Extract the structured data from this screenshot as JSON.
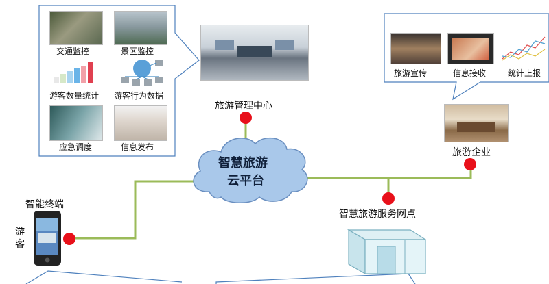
{
  "left_panel": {
    "items": [
      {
        "label": "交通监控"
      },
      {
        "label": "景区监控"
      },
      {
        "label": "游客数量统计"
      },
      {
        "label": "游客行为数据"
      },
      {
        "label": "应急调度"
      },
      {
        "label": "信息发布"
      }
    ]
  },
  "center": {
    "mgmt_label": "旅游管理中心",
    "cloud_line1": "智慧旅游",
    "cloud_line2": "云平台"
  },
  "right_panel": {
    "items": [
      {
        "label": "旅游宣传"
      },
      {
        "label": "信息接收"
      },
      {
        "label": "统计上报"
      }
    ]
  },
  "enterprise_label": "旅游企业",
  "service_label": "智慧旅游服务网点",
  "terminal_label": "智能终端",
  "visitor_label": "游客",
  "colors": {
    "connector": "#9bbb59",
    "node": "#e8101a",
    "cloud_fill": "#a9c8ea",
    "cloud_stroke": "#6a8fc0",
    "callout_border": "#4f81bd"
  }
}
